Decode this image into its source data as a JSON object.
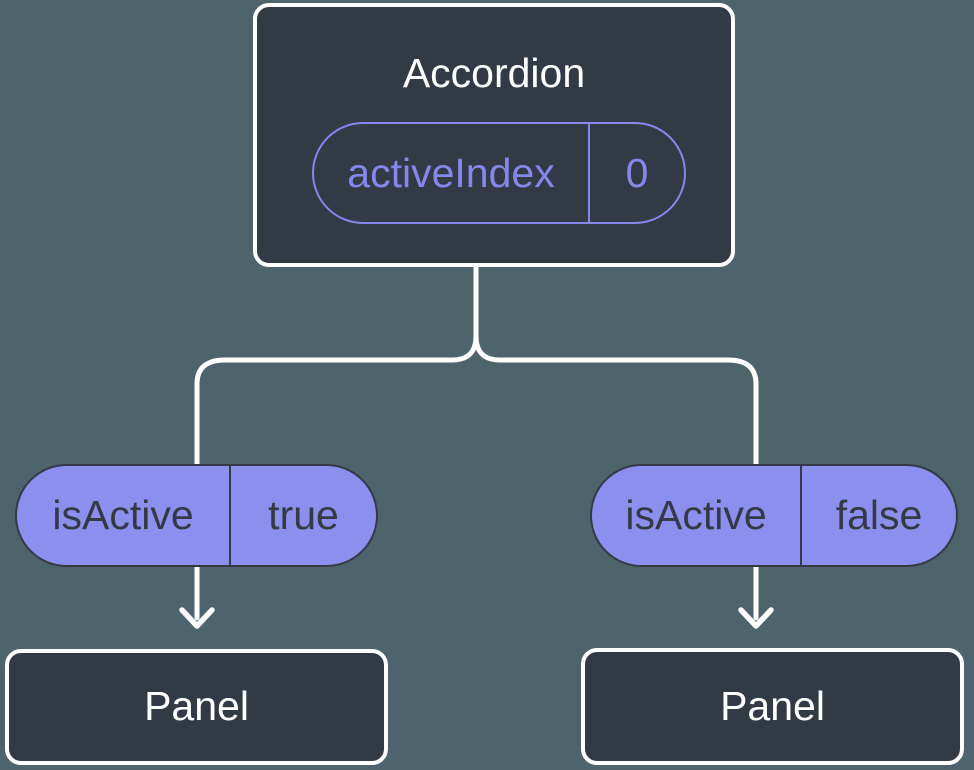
{
  "theme": {
    "canvas-bg": "#4E646C",
    "node-bg": "#323A45",
    "node-border": "#FFFFFF",
    "accent-fill": "#8B90EE",
    "accent-outline": "#8488EC",
    "text-light": "#FFFFFF",
    "text-dark": "#333A45",
    "connector": "#FFFFFF"
  },
  "diagram": {
    "root": {
      "title": "Accordion",
      "prop": {
        "name": "activeIndex",
        "value": "0"
      }
    },
    "branches": [
      {
        "state": {
          "name": "isActive",
          "value": "true"
        },
        "target": "Panel"
      },
      {
        "state": {
          "name": "isActive",
          "value": "false"
        },
        "target": "Panel"
      }
    ]
  }
}
